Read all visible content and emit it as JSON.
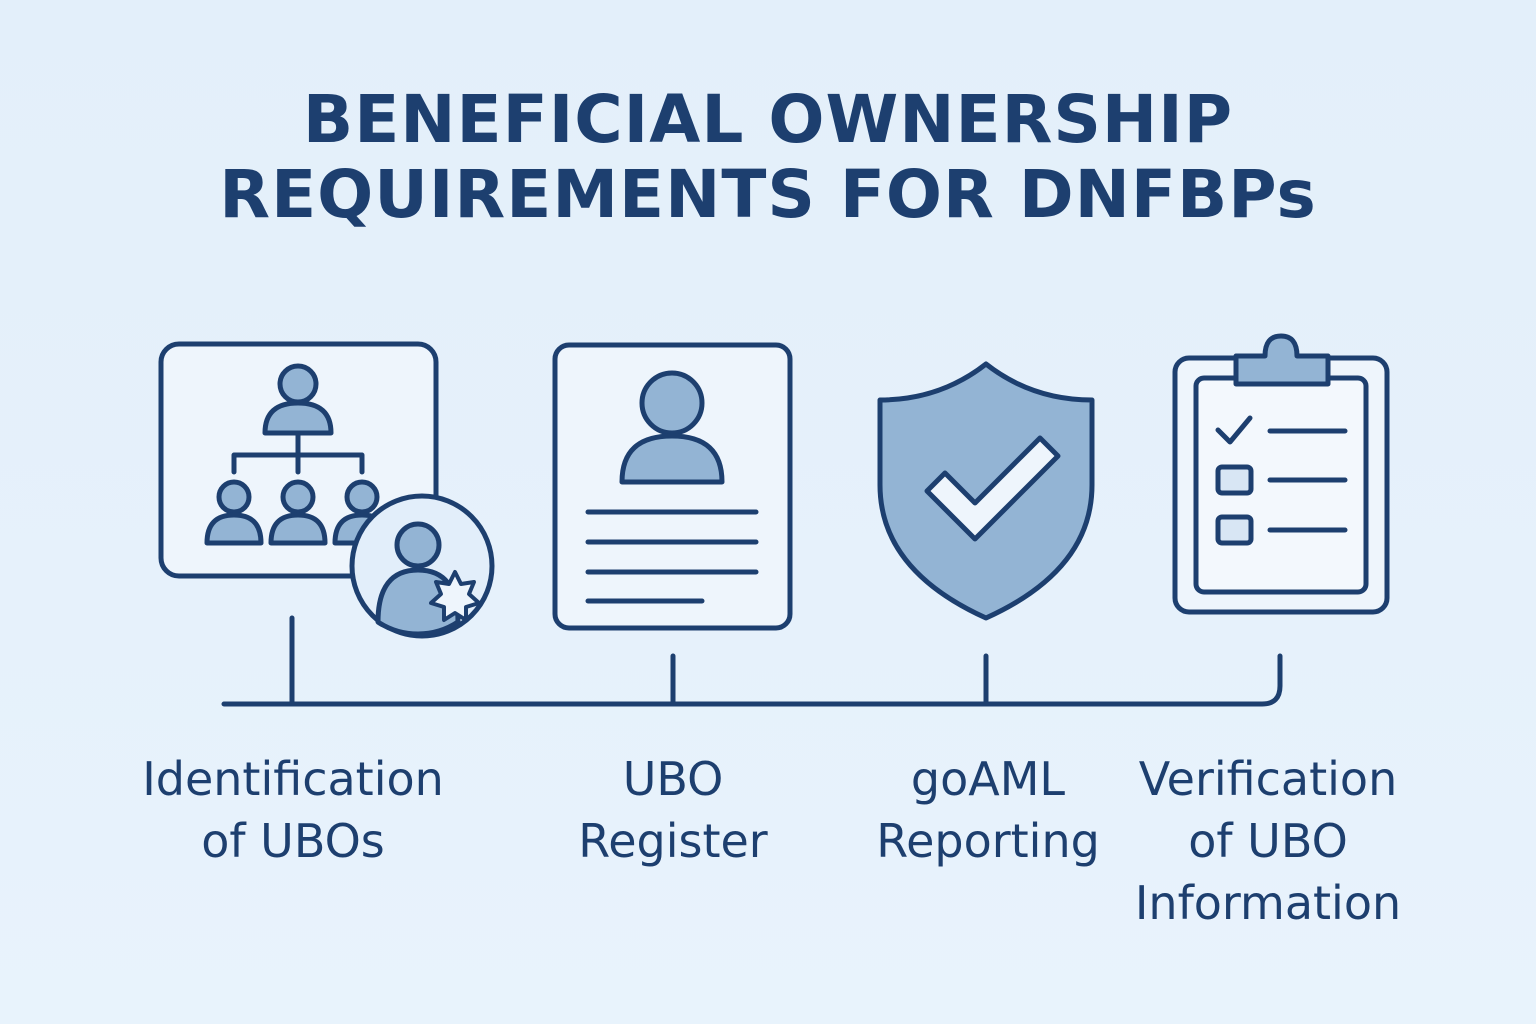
{
  "title": {
    "line1": "BENEFICIAL OWNERSHIP",
    "line2": "REQUIREMENTS FOR DNFBPs"
  },
  "steps": [
    {
      "icon": "org-chart-person-icon",
      "line1": "Identification",
      "line2": "of UBOs",
      "line3": ""
    },
    {
      "icon": "register-document-icon",
      "line1": "UBO",
      "line2": "Register",
      "line3": ""
    },
    {
      "icon": "shield-check-icon",
      "line1": "goAML",
      "line2": "Reporting",
      "line3": ""
    },
    {
      "icon": "clipboard-checklist-icon",
      "line1": "Verification",
      "line2": "of UBO",
      "line3": "Information"
    }
  ],
  "colors": {
    "background": "#e4f0fb",
    "stroke": "#1d3f6f",
    "fill": "#93b4d4",
    "panel": "#eef5fc"
  }
}
